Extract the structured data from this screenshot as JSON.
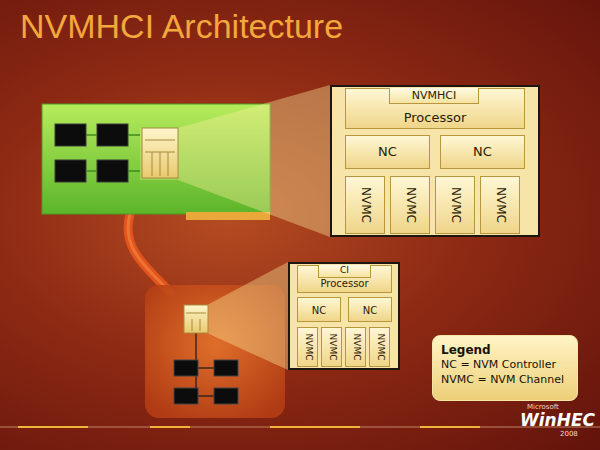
{
  "diagram": {
    "title": "NVMHCI Architecture",
    "nodes": [
      {
        "text": []
      },
      {
        "text": [
          "Processor"
        ],
        "in": 0
      },
      {
        "text": [
          "NVMHCI"
        ],
        "in": 1
      },
      {
        "text": [
          "NC"
        ],
        "in": 0
      },
      {
        "text": [
          "NC"
        ],
        "in": 0
      },
      {
        "text": [
          "NVMC"
        ],
        "in": 0
      },
      {
        "text": [
          "NVMC"
        ],
        "in": 0
      },
      {
        "text": [
          "NVMC"
        ],
        "in": 0
      },
      {
        "text": [
          "NVMC"
        ],
        "in": 0
      },
      {
        "text": []
      },
      {
        "text": [
          "Processor"
        ],
        "in": 9
      },
      {
        "text": [
          "CI"
        ],
        "in": 10
      },
      {
        "text": [
          "NC"
        ],
        "in": 9
      },
      {
        "text": [
          "NC"
        ],
        "in": 9
      },
      {
        "text": [
          "NVMC"
        ],
        "in": 9
      },
      {
        "text": [
          "NVMC"
        ],
        "in": 9
      },
      {
        "text": [
          "NVMC"
        ],
        "in": 9
      },
      {
        "text": [
          "NVMC"
        ],
        "in": 9
      }
    ],
    "labels": [
      "Legend",
      "Microsoft",
      "WinHEC",
      "2008"
    ],
    "legend": [
      {
        "text": "NC = NVM Controller"
      },
      {
        "text": "NVMC = NVM Channel"
      }
    ]
  }
}
